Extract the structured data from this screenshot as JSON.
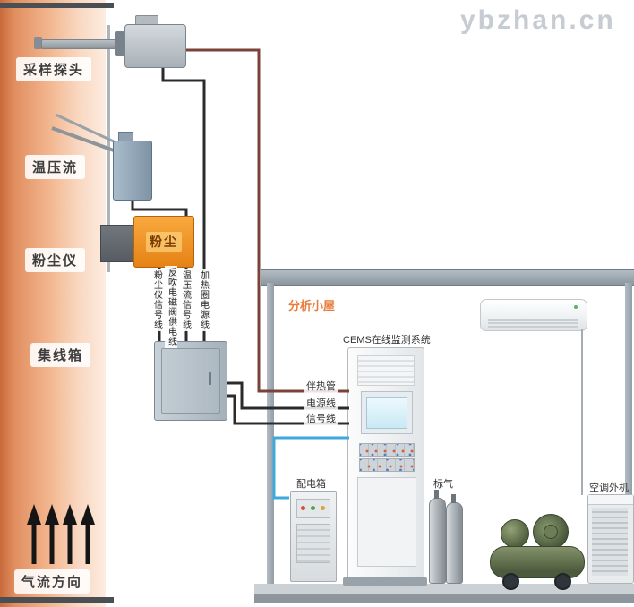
{
  "watermark": "ybzhan.cn",
  "stack_labels": {
    "sampling_probe": "采样探头",
    "temp_pressure_flow": "温压流",
    "dust_meter": "粉尘仪",
    "junction_box": "集线箱",
    "airflow": "气流方向"
  },
  "devices": {
    "dust_meter_text": "粉尘"
  },
  "cable_labels": {
    "dust_signal": "粉尘仪信号线",
    "blowback_power": "反吹电磁阀供电线",
    "tpf_signal": "温压流信号线",
    "heater_power": "加热圈电源线"
  },
  "shelter": {
    "title": "分析小屋",
    "cems_title": "CEMS在线监测系统",
    "heat_trace": "伴热管",
    "power_line": "电源线",
    "signal_line": "信号线",
    "distribution_box": "配电箱",
    "standard_gas": "标气",
    "ac_outdoor": "空调外机"
  },
  "colors": {
    "heat_trace_line": "#7a4238",
    "signal_blue_line": "#3fa9dc",
    "black_wire": "#2b2b2b",
    "accent_orange": "#e87c3c",
    "dust_meter_orange": "#ef8c1b",
    "stack_gradient_dark": "#c96a3c",
    "stack_gradient_light": "#fcece0",
    "structure_gray": "#9aa4ad"
  }
}
